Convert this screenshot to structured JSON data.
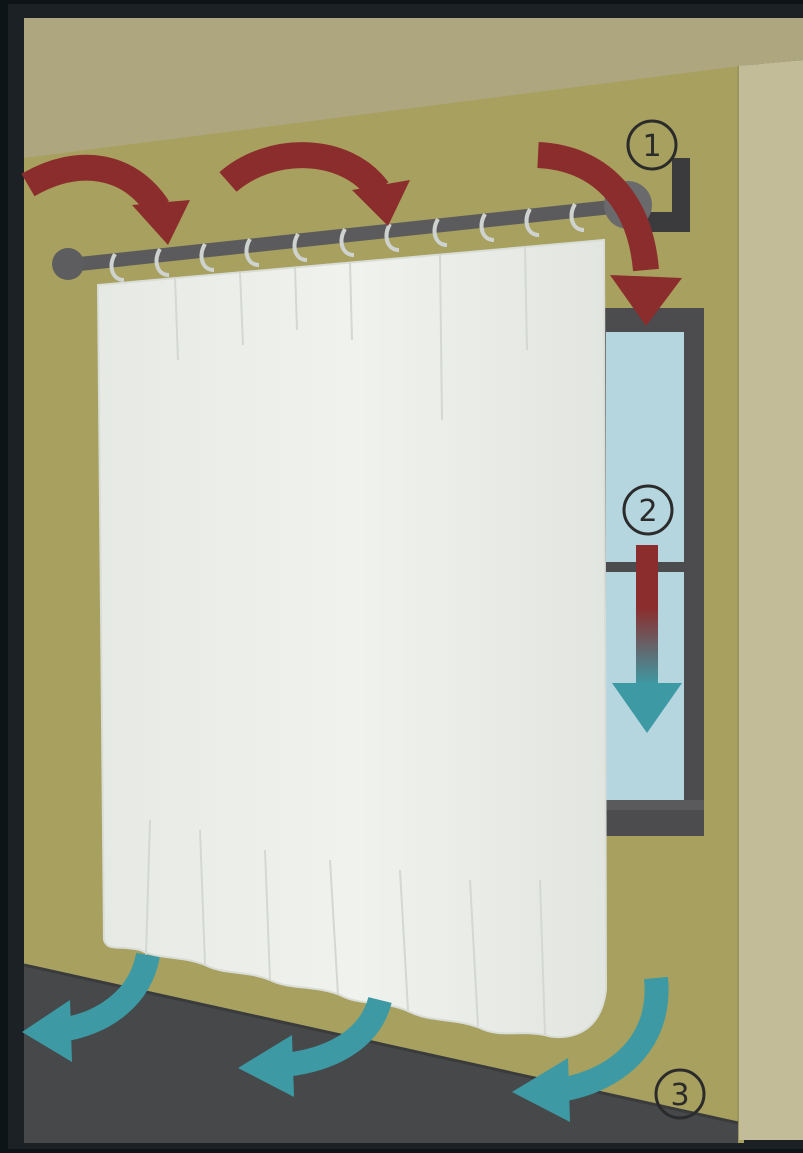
{
  "steps": [
    {
      "number": "1"
    },
    {
      "number": "2"
    },
    {
      "number": "3"
    }
  ],
  "colors": {
    "frame_outer": "#0d1418",
    "frame_inner": "#1b2125",
    "ceiling": "#aea67f",
    "wall_left": "#a8a05e",
    "wall_right": "#c2bc98",
    "floor": "#47484a",
    "window_glass": "#b6d6df",
    "window_frame": "#4c4c4e",
    "curtain": "#eef0ec",
    "curtain_shadow": "#cfd3cd",
    "rod": "#5b5b5d",
    "ring": "#cfd3d0",
    "warm_air": "#8c2d2d",
    "cool_air": "#3d9aa5"
  },
  "icons": {
    "warm_arrow": "curved-arrow-right-down",
    "cool_arrow": "curved-arrow-left-down",
    "number_marker": "circled-number"
  }
}
